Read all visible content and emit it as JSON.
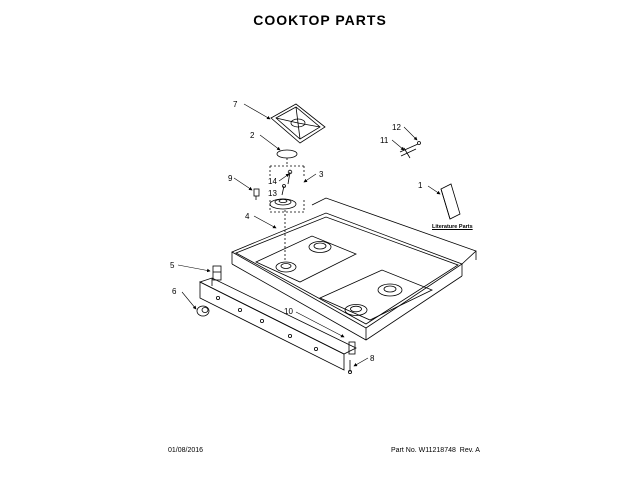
{
  "title": "COOKTOP PARTS",
  "footer": {
    "date": "01/08/2016",
    "part_no_label": "Part No.",
    "part_no": "W11218748",
    "rev_label": "Rev.",
    "rev": "A"
  },
  "literature_label": "Literature Parts",
  "callouts": [
    {
      "id": "c7",
      "text": "7"
    },
    {
      "id": "c2",
      "text": "2"
    },
    {
      "id": "c12",
      "text": "12"
    },
    {
      "id": "c11",
      "text": "11"
    },
    {
      "id": "c14",
      "text": "14"
    },
    {
      "id": "c3",
      "text": "3"
    },
    {
      "id": "c9",
      "text": "9"
    },
    {
      "id": "c13",
      "text": "13"
    },
    {
      "id": "c1",
      "text": "1"
    },
    {
      "id": "c4",
      "text": "4"
    },
    {
      "id": "c5",
      "text": "5"
    },
    {
      "id": "c6",
      "text": "6"
    },
    {
      "id": "c10",
      "text": "10"
    },
    {
      "id": "c8",
      "text": "8"
    }
  ]
}
